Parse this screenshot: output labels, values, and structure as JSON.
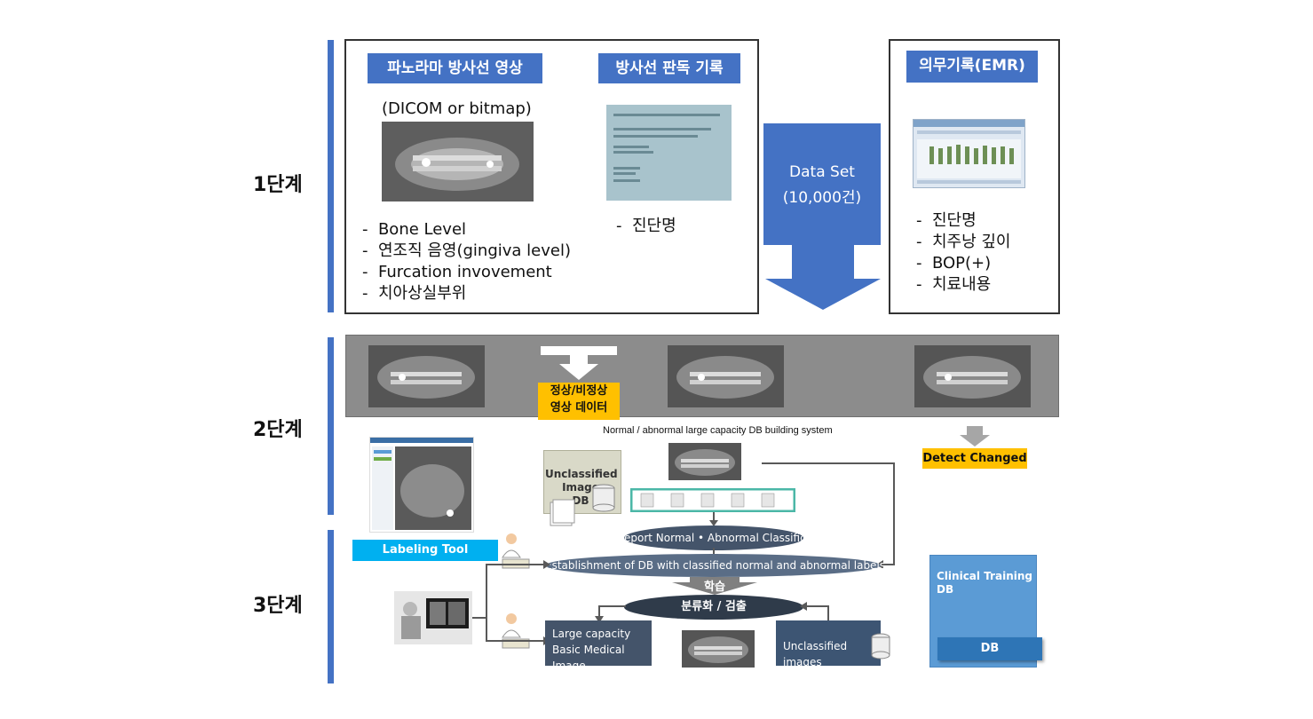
{
  "stages": [
    "1단계",
    "2단계",
    "3단계"
  ],
  "stage1": {
    "panel_left": {
      "tag1": "파노라마 방사선 영상",
      "tag2": "방사선 판독 기록",
      "format_note": "(DICOM or bitmap)",
      "bullets_left": [
        "Bone Level",
        "연조직 음영(gingiva level)",
        "Furcation invovement",
        "치아상실부위"
      ],
      "bullets_right": [
        "진단명"
      ]
    },
    "dataset_arrow": {
      "line1": "Data Set",
      "line2": "(10,000건)"
    },
    "panel_right": {
      "tag": "의무기록(EMR)",
      "bullets": [
        "진단명",
        "치주낭 깊이",
        "BOP(+)",
        "치료내용"
      ]
    }
  },
  "stage2": {
    "yellow_label_line1": "정상/비정상",
    "yellow_label_line2": "영상 데이터",
    "system_caption": "Normal / abnormal large capacity DB building system",
    "detect_changed": "Detect Changed",
    "unclassified_db_line1": "Unclassified",
    "unclassified_db_line2": "Image",
    "unclassified_db_line3": "DB"
  },
  "stage3": {
    "labeling_tool": "Labeling Tool",
    "report_classification": "eport Normal • Abnormal Classificatio",
    "establishment": "Establishment of DB with classified normal and abnormal labels",
    "learning": "학습",
    "classify_detect": "분류화 / 검출",
    "large_capacity_line1": "Large capacity",
    "large_capacity_line2": "Basic Medical Image",
    "unclassified_images": "Unclassified images",
    "clinical_training_line1": "Clinical Training",
    "clinical_training_line2": "DB",
    "db_label": "DB"
  },
  "colors": {
    "stage_bar": "#4472c4",
    "tag_blue": "#4472c4",
    "yellow": "#ffc000",
    "cyan": "#00b0f0",
    "dark_slate": "#44546a",
    "light_blue_db": "#5b9bd5"
  }
}
